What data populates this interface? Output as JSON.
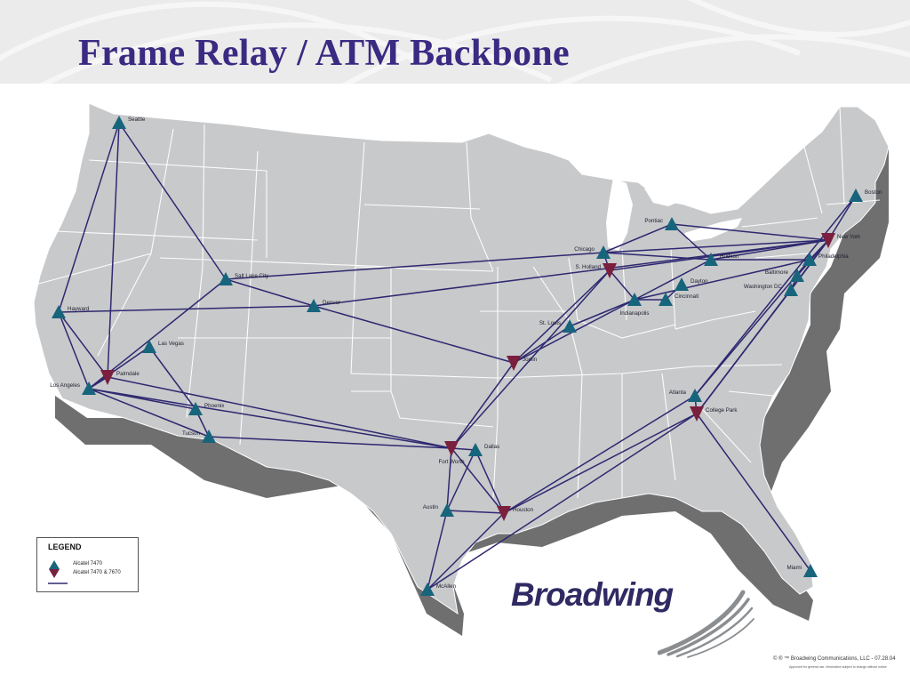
{
  "slide": {
    "title": "Frame Relay / ATM Backbone",
    "title_color": "#3b2a82"
  },
  "map": {
    "land_color": "#c8c9cb",
    "border_color": "#ffffff",
    "shadow_color": "#6f6f6f",
    "route_color": "#2e2870",
    "alcatel_7470_color": "#17657c",
    "alcatel_7470_7670_color": "#7a1f3e",
    "cities": [
      {
        "name": "Seattle",
        "type": "alcatel-7470"
      },
      {
        "name": "Hayward",
        "type": "alcatel-7470"
      },
      {
        "name": "Salt Lake City",
        "type": "alcatel-7470"
      },
      {
        "name": "Denver",
        "type": "alcatel-7470"
      },
      {
        "name": "Las Vegas",
        "type": "alcatel-7470"
      },
      {
        "name": "Palmdale",
        "type": "alcatel-7470-7670"
      },
      {
        "name": "Los Angeles",
        "type": "alcatel-7470"
      },
      {
        "name": "Phoenix",
        "type": "alcatel-7470"
      },
      {
        "name": "Tucson",
        "type": "alcatel-7470"
      },
      {
        "name": "Fort Worth",
        "type": "alcatel-7470-7670"
      },
      {
        "name": "Dallas",
        "type": "alcatel-7470"
      },
      {
        "name": "Austin",
        "type": "alcatel-7470"
      },
      {
        "name": "Houston",
        "type": "alcatel-7470-7670"
      },
      {
        "name": "McAllen",
        "type": "alcatel-7470"
      },
      {
        "name": "Joplin",
        "type": "alcatel-7470-7670"
      },
      {
        "name": "St. Louis",
        "type": "alcatel-7470"
      },
      {
        "name": "Chicago",
        "type": "alcatel-7470"
      },
      {
        "name": "S. Holland",
        "type": "alcatel-7470-7670"
      },
      {
        "name": "Pontiac",
        "type": "alcatel-7470"
      },
      {
        "name": "Hudson",
        "type": "alcatel-7470"
      },
      {
        "name": "Indianapolis",
        "type": "alcatel-7470"
      },
      {
        "name": "Cincinnati",
        "type": "alcatel-7470"
      },
      {
        "name": "Dayton",
        "type": "alcatel-7470"
      },
      {
        "name": "Atlanta",
        "type": "alcatel-7470"
      },
      {
        "name": "College Park",
        "type": "alcatel-7470-7670"
      },
      {
        "name": "Miami",
        "type": "alcatel-7470"
      },
      {
        "name": "Boston",
        "type": "alcatel-7470"
      },
      {
        "name": "New York",
        "type": "alcatel-7470-7670"
      },
      {
        "name": "Philadelphia",
        "type": "alcatel-7470"
      },
      {
        "name": "Baltimore",
        "type": "alcatel-7470"
      },
      {
        "name": "Washington DC",
        "type": "alcatel-7470"
      }
    ],
    "links": [
      [
        "Seattle",
        "Hayward"
      ],
      [
        "Seattle",
        "Salt Lake City"
      ],
      [
        "Seattle",
        "Palmdale"
      ],
      [
        "Hayward",
        "Denver"
      ],
      [
        "Hayward",
        "Los Angeles"
      ],
      [
        "Hayward",
        "Palmdale"
      ],
      [
        "Salt Lake City",
        "Denver"
      ],
      [
        "Salt Lake City",
        "Los Angeles"
      ],
      [
        "Salt Lake City",
        "Chicago"
      ],
      [
        "Denver",
        "Joplin"
      ],
      [
        "Denver",
        "New York"
      ],
      [
        "Las Vegas",
        "Los Angeles"
      ],
      [
        "Las Vegas",
        "Phoenix"
      ],
      [
        "Palmdale",
        "Los Angeles"
      ],
      [
        "Palmdale",
        "Fort Worth"
      ],
      [
        "Los Angeles",
        "Phoenix"
      ],
      [
        "Los Angeles",
        "Tucson"
      ],
      [
        "Los Angeles",
        "Fort Worth"
      ],
      [
        "Phoenix",
        "Tucson"
      ],
      [
        "Tucson",
        "Fort Worth"
      ],
      [
        "Fort Worth",
        "Dallas"
      ],
      [
        "Fort Worth",
        "Austin"
      ],
      [
        "Fort Worth",
        "Houston"
      ],
      [
        "Fort Worth",
        "Joplin"
      ],
      [
        "Fort Worth",
        "S. Holland"
      ],
      [
        "Dallas",
        "Houston"
      ],
      [
        "Dallas",
        "Austin"
      ],
      [
        "Austin",
        "Houston"
      ],
      [
        "Austin",
        "McAllen"
      ],
      [
        "Houston",
        "McAllen"
      ],
      [
        "Houston",
        "College Park"
      ],
      [
        "Houston",
        "Atlanta"
      ],
      [
        "McAllen",
        "College Park"
      ],
      [
        "Joplin",
        "St. Louis"
      ],
      [
        "Joplin",
        "S. Holland"
      ],
      [
        "Joplin",
        "Indianapolis"
      ],
      [
        "St. Louis",
        "Indianapolis"
      ],
      [
        "Chicago",
        "S. Holland"
      ],
      [
        "Chicago",
        "Pontiac"
      ],
      [
        "Chicago",
        "Hudson"
      ],
      [
        "Chicago",
        "New York"
      ],
      [
        "S. Holland",
        "Indianapolis"
      ],
      [
        "S. Holland",
        "New York"
      ],
      [
        "Pontiac",
        "Hudson"
      ],
      [
        "Pontiac",
        "New York"
      ],
      [
        "Hudson",
        "Indianapolis"
      ],
      [
        "Hudson",
        "New York"
      ],
      [
        "Hudson",
        "Philadelphia"
      ],
      [
        "Indianapolis",
        "Cincinnati"
      ],
      [
        "Indianapolis",
        "Philadelphia"
      ],
      [
        "Dayton",
        "Cincinnati"
      ],
      [
        "Atlanta",
        "College Park"
      ],
      [
        "Atlanta",
        "Philadelphia"
      ],
      [
        "Atlanta",
        "Boston"
      ],
      [
        "College Park",
        "Miami"
      ],
      [
        "College Park",
        "New York"
      ],
      [
        "College Park",
        "Washington DC"
      ],
      [
        "Boston",
        "New York"
      ],
      [
        "New York",
        "Philadelphia"
      ],
      [
        "New York",
        "Baltimore"
      ],
      [
        "New York",
        "Washington DC"
      ],
      [
        "Philadelphia",
        "Baltimore"
      ],
      [
        "Baltimore",
        "Washington DC"
      ]
    ]
  },
  "legend": {
    "title": "LEGEND",
    "items": [
      {
        "symbol": "alcatel-7470-icon",
        "label": "Alcatel 7470"
      },
      {
        "symbol": "alcatel-7470-7670-icon",
        "label": "Alcatel 7470 & 7670"
      },
      {
        "symbol": "route-line",
        "label": ""
      }
    ]
  },
  "logo": {
    "text": "Broadwing",
    "text_color": "#2f2a63",
    "swoosh_color": "#8b8e91"
  },
  "footer": {
    "copyright": "© ® ™ Broadwing Communications, LLC - 07.28.04",
    "disclaimer": "Approved for general use. Information subject to change without notice."
  }
}
